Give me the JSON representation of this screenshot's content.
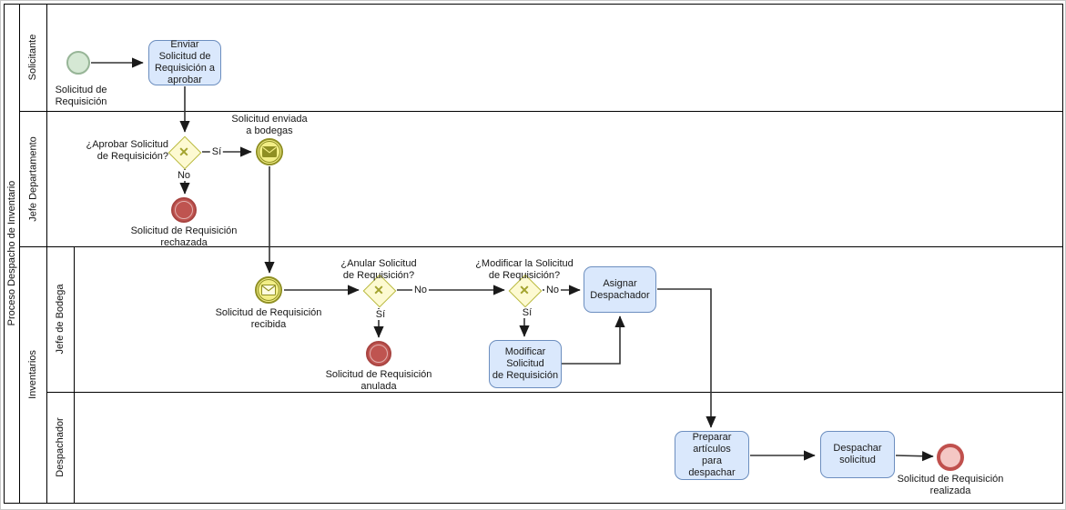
{
  "pool": {
    "title": "Proceso Despacho de Inventario"
  },
  "lanes": {
    "solicitante": {
      "label": "Solicitante"
    },
    "jefe_departamento": {
      "label": "Jefe Departamento"
    },
    "inventarios": {
      "label": "Inventarios"
    },
    "jefe_bodega": {
      "label": "Jefe de Bodega"
    },
    "despachador": {
      "label": "Despachador"
    }
  },
  "events": {
    "start": {
      "label": "Solicitud de\nRequisición"
    },
    "msg_enviada": {
      "label": "Solicitud enviada\na bodegas"
    },
    "msg_recibida": {
      "label": "Solicitud de Requisición\nrecibida"
    },
    "end_rechazada": {
      "label": "Solicitud de Requisición\nrechazada"
    },
    "end_anulada": {
      "label": "Solicitud de Requisición\nanulada"
    },
    "end_realizada": {
      "label": "Solicitud de Requisición\nrealizada"
    }
  },
  "tasks": {
    "enviar": {
      "label": "Enviar Solicitud de\nRequisición a\naprobar"
    },
    "asignar": {
      "label": "Asignar\nDespachador"
    },
    "modificar": {
      "label": "Modificar Solicitud\nde Requisición"
    },
    "preparar": {
      "label": "Preparar artículos\npara despachar"
    },
    "despachar": {
      "label": "Despachar\nsolicitud"
    }
  },
  "gateways": {
    "aprobar": {
      "label": "¿Aprobar Solicitud\nde Requisición?"
    },
    "anular": {
      "label": "¿Anular Solicitud\nde Requisición?"
    },
    "modificar": {
      "label": "¿Modificar la Solicitud\nde Requisición?"
    }
  },
  "edge_labels": {
    "yes": "Sí",
    "no": "No"
  },
  "colors": {
    "task_fill": "#dae8fc",
    "task_stroke": "#6c8ebf",
    "start_fill": "#d5e8d4",
    "start_stroke": "#97b597",
    "event_fill": "#f2ee86",
    "event_stroke": "#8f8f23",
    "gateway_fill": "#fdfad2",
    "gateway_stroke": "#b9b93e",
    "end_fill": "#bf5450",
    "end_stroke": "#a84441",
    "final_fill": "#f4c7c4",
    "final_stroke": "#c0504d",
    "connector": "#333333"
  }
}
